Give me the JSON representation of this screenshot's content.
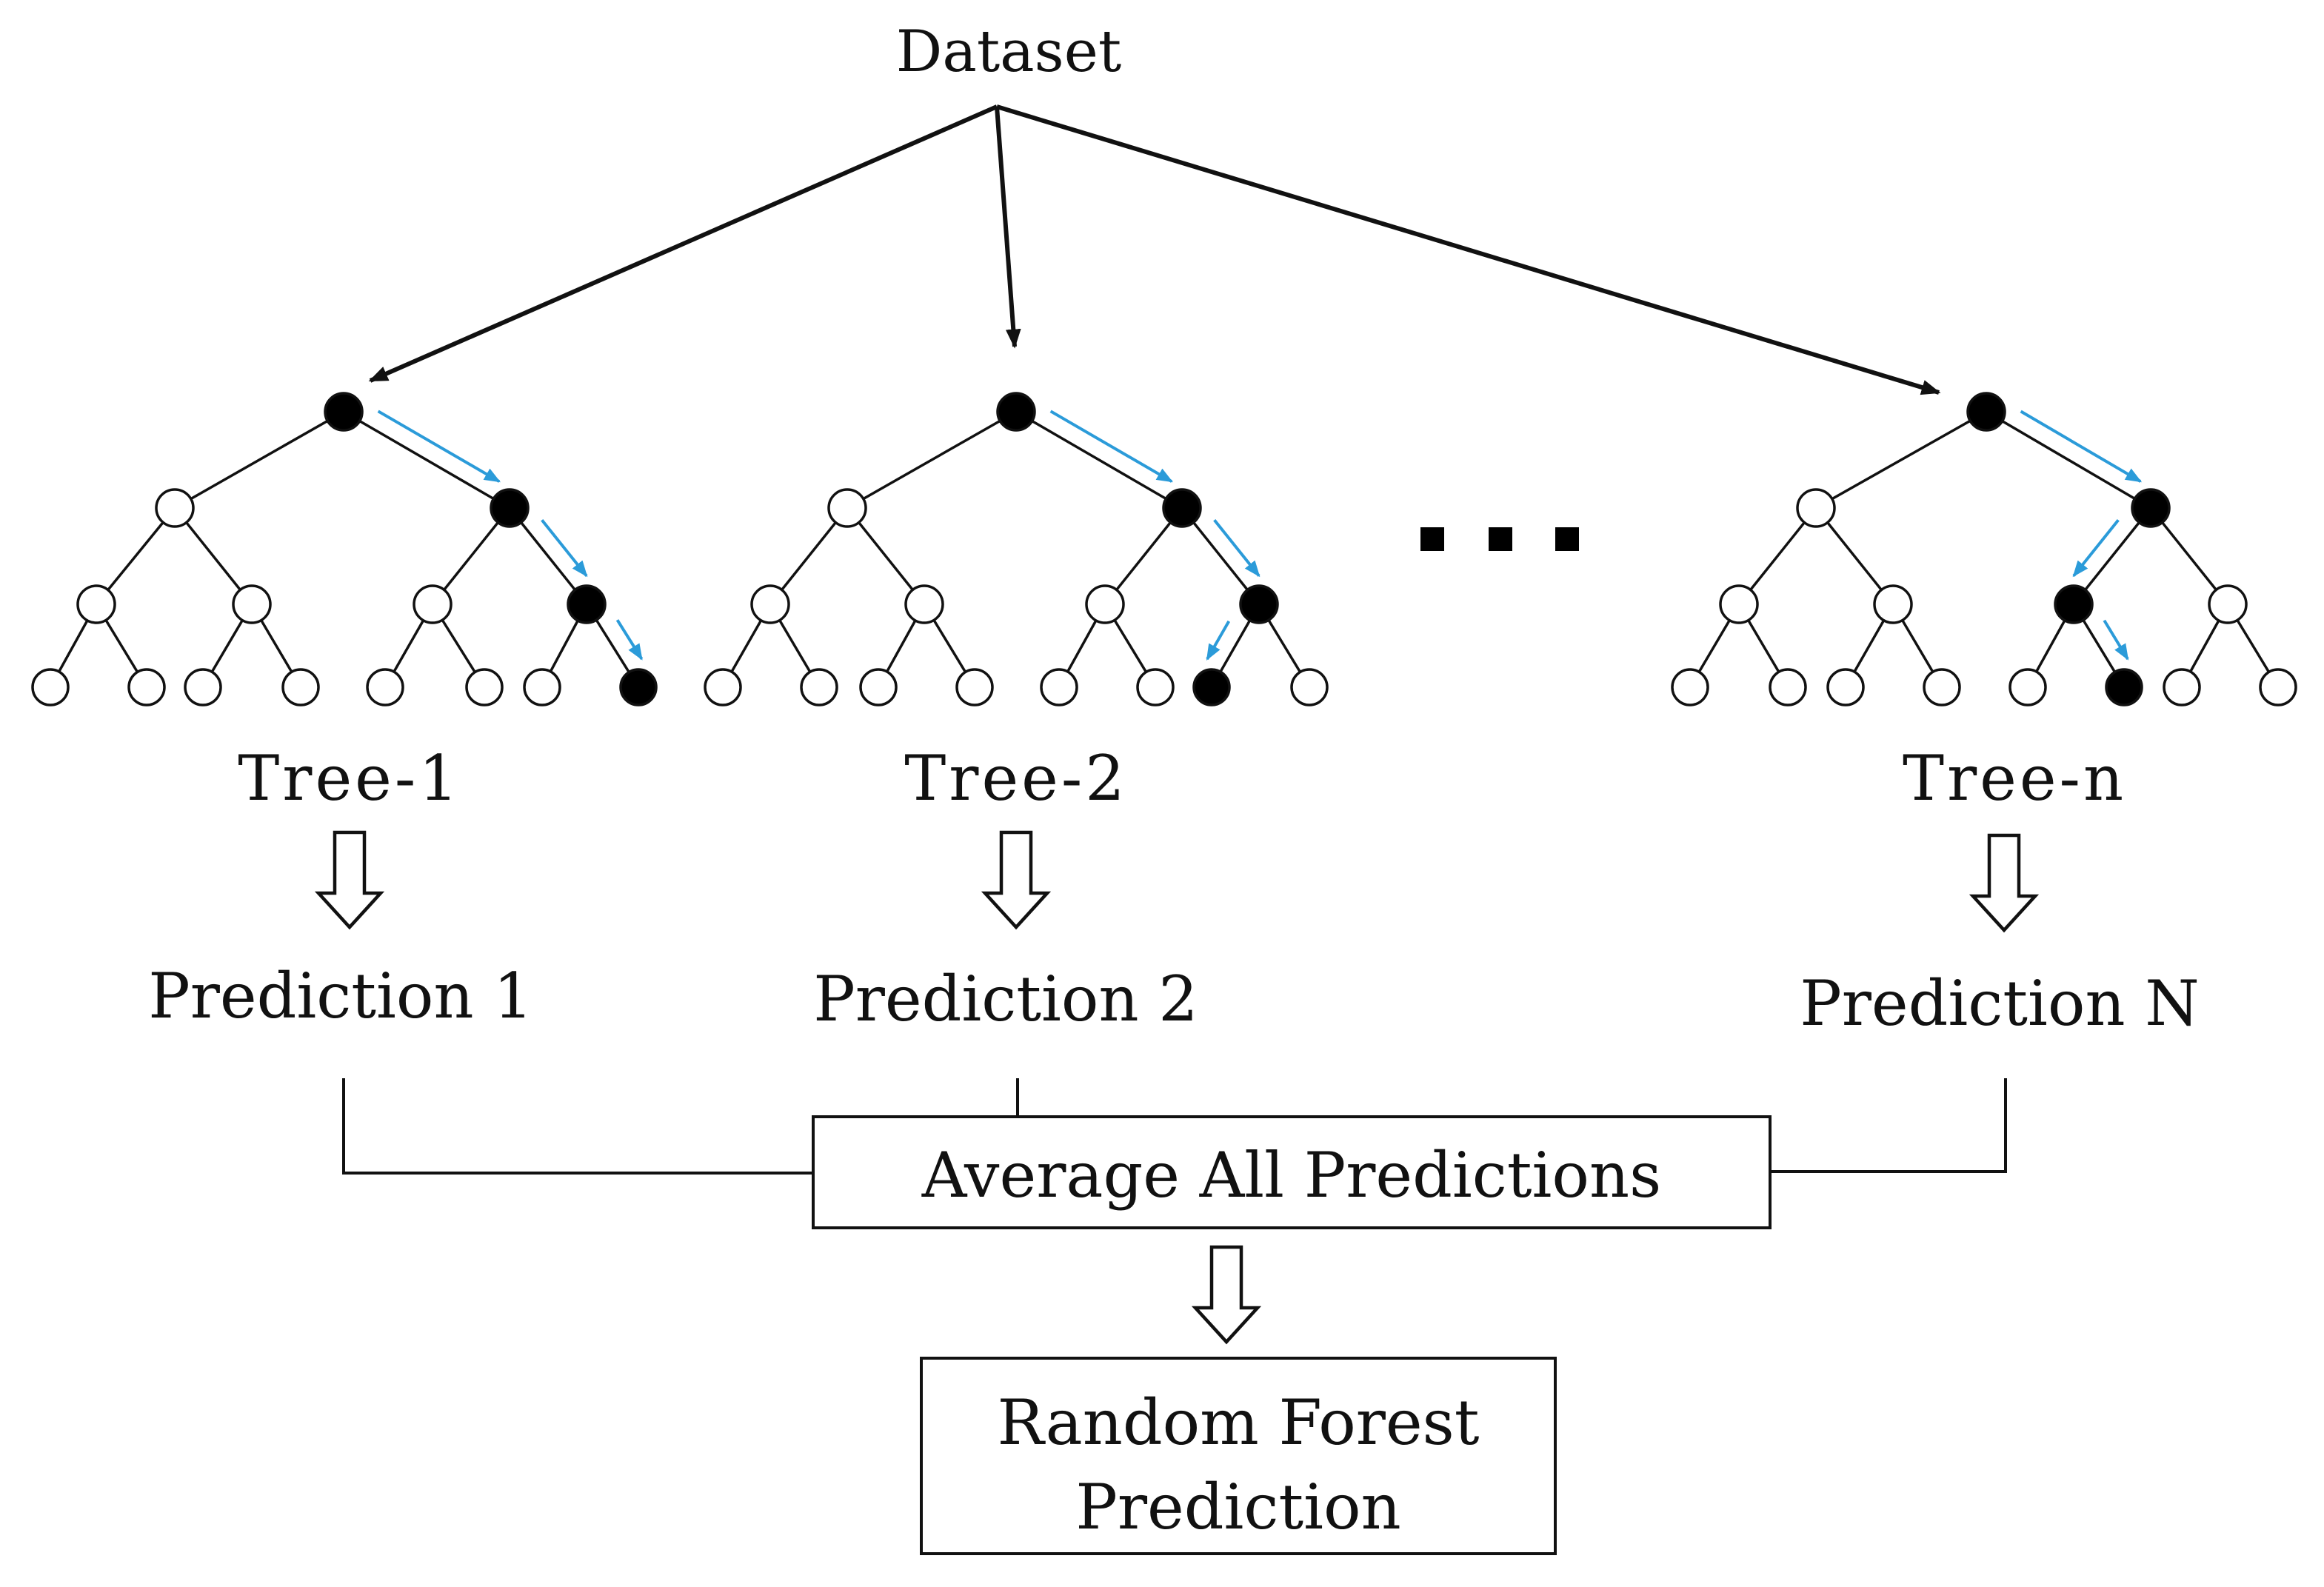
{
  "colors": {
    "ink": "#111111",
    "path_arrow": "#2b9bd9",
    "node_open": "#ffffff",
    "node_selected": "#000000"
  },
  "labels": {
    "dataset": "Dataset",
    "ellipsis": "...",
    "aggregate": "Average All Predictions",
    "final_line1": "Random Forest",
    "final_line2": "Prediction"
  },
  "trees": [
    {
      "name": "Tree-1",
      "prediction": "Prediction 1",
      "selected_path": [
        "root",
        "R",
        "RR",
        "RRR"
      ]
    },
    {
      "name": "Tree-2",
      "prediction": "Prediction 2",
      "selected_path": [
        "root",
        "R",
        "RR",
        "RRL"
      ]
    },
    {
      "name": "Tree-n",
      "prediction": "Prediction N",
      "selected_path": [
        "root",
        "R",
        "RL",
        "RLR"
      ]
    }
  ]
}
